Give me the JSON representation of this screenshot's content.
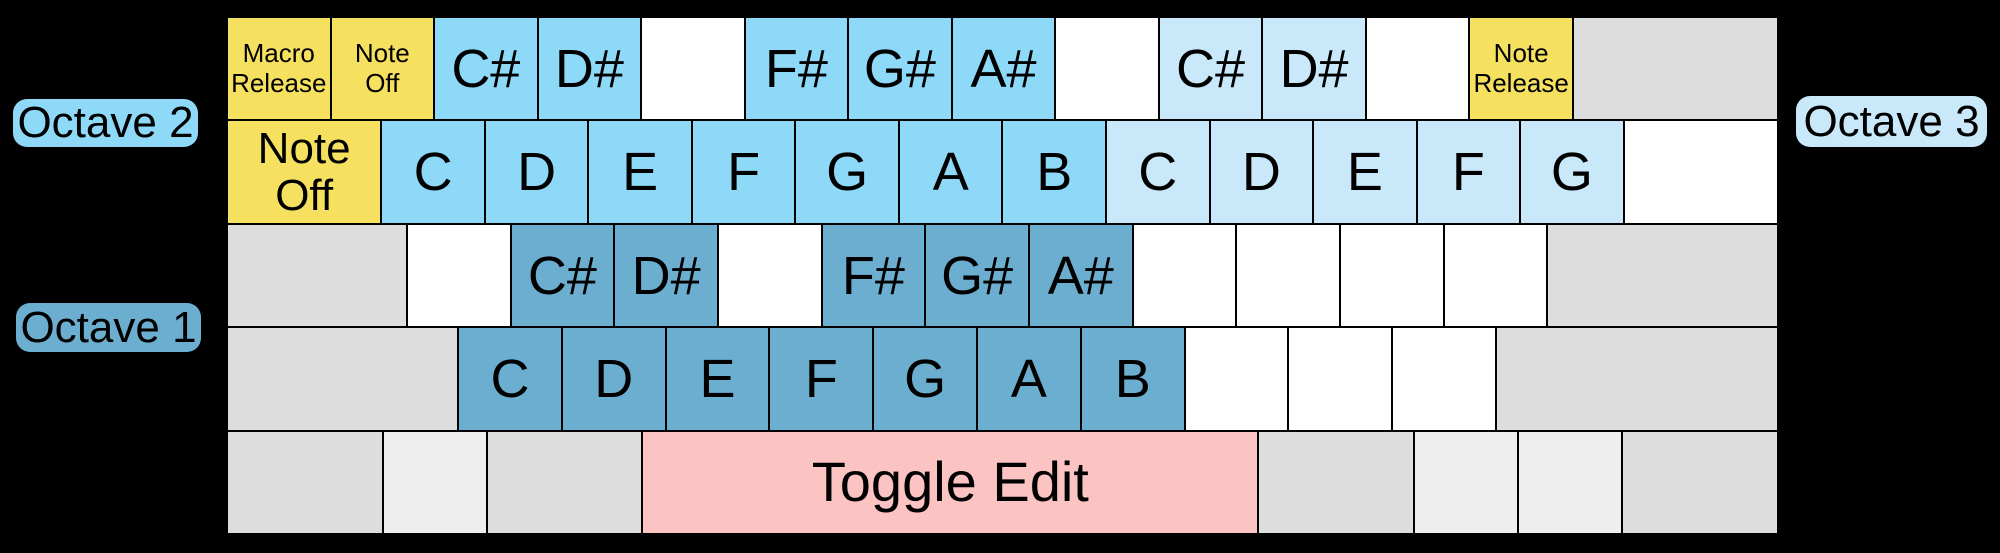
{
  "colors": {
    "background": "#000000",
    "yellow": "#F5E15F",
    "blue": "#8ED8F8",
    "lightblue": "#C9E9FB",
    "steel": "#6CAED0",
    "white": "#FFFFFF",
    "gray": "#DDDDDD",
    "lightgray": "#EEEEEE",
    "pink": "#FCC3C3",
    "key_border": "#000000",
    "text": "#000000"
  },
  "octave_labels": {
    "octave1": {
      "label": "Octave 1",
      "color": "steel"
    },
    "octave2": {
      "label": "Octave 2",
      "color": "blue"
    },
    "octave3": {
      "label": "Octave 3",
      "color": "lightblue"
    }
  },
  "keyboard": {
    "units_per_row": 15,
    "rows": [
      {
        "keys": [
          {
            "name": "macro-release-key",
            "color": "yellow",
            "lines": [
              "Macro",
              "Release"
            ],
            "size": "sm",
            "w": 1
          },
          {
            "name": "note-off-key",
            "color": "yellow",
            "lines": [
              "Note",
              "Off"
            ],
            "size": "sm",
            "w": 1
          },
          {
            "name": "note-c-sharp-oct2-key",
            "color": "blue",
            "label": "C#",
            "w": 1
          },
          {
            "name": "note-d-sharp-oct2-key",
            "color": "blue",
            "label": "D#",
            "w": 1
          },
          {
            "name": "blank-key",
            "color": "white",
            "w": 1
          },
          {
            "name": "note-f-sharp-oct2-key",
            "color": "blue",
            "label": "F#",
            "w": 1
          },
          {
            "name": "note-g-sharp-oct2-key",
            "color": "blue",
            "label": "G#",
            "w": 1
          },
          {
            "name": "note-a-sharp-oct2-key",
            "color": "blue",
            "label": "A#",
            "w": 1
          },
          {
            "name": "blank-key",
            "color": "white",
            "w": 1
          },
          {
            "name": "note-c-sharp-oct3-key",
            "color": "lightblue",
            "label": "C#",
            "w": 1
          },
          {
            "name": "note-d-sharp-oct3-key",
            "color": "lightblue",
            "label": "D#",
            "w": 1
          },
          {
            "name": "blank-key",
            "color": "white",
            "w": 1
          },
          {
            "name": "note-release-key",
            "color": "yellow",
            "lines": [
              "Note",
              "Release"
            ],
            "size": "sm",
            "w": 1
          },
          {
            "name": "blank-key",
            "color": "gray",
            "w": 2
          }
        ]
      },
      {
        "keys": [
          {
            "name": "note-off-tab-key",
            "color": "yellow",
            "lines": [
              "Note",
              "Off"
            ],
            "size": "md",
            "w": 1.5
          },
          {
            "name": "note-c-oct2-key",
            "color": "blue",
            "label": "C",
            "w": 1
          },
          {
            "name": "note-d-oct2-key",
            "color": "blue",
            "label": "D",
            "w": 1
          },
          {
            "name": "note-e-oct2-key",
            "color": "blue",
            "label": "E",
            "w": 1
          },
          {
            "name": "note-f-oct2-key",
            "color": "blue",
            "label": "F",
            "w": 1
          },
          {
            "name": "note-g-oct2-key",
            "color": "blue",
            "label": "G",
            "w": 1
          },
          {
            "name": "note-a-oct2-key",
            "color": "blue",
            "label": "A",
            "w": 1
          },
          {
            "name": "note-b-oct2-key",
            "color": "blue",
            "label": "B",
            "w": 1
          },
          {
            "name": "note-c-oct3-key",
            "color": "lightblue",
            "label": "C",
            "w": 1
          },
          {
            "name": "note-d-oct3-key",
            "color": "lightblue",
            "label": "D",
            "w": 1
          },
          {
            "name": "note-e-oct3-key",
            "color": "lightblue",
            "label": "E",
            "w": 1
          },
          {
            "name": "note-f-oct3-key",
            "color": "lightblue",
            "label": "F",
            "w": 1
          },
          {
            "name": "note-g-oct3-key",
            "color": "lightblue",
            "label": "G",
            "w": 1
          },
          {
            "name": "blank-key",
            "color": "white",
            "w": 1.5
          }
        ]
      },
      {
        "keys": [
          {
            "name": "blank-key",
            "color": "gray",
            "w": 1.75
          },
          {
            "name": "blank-key",
            "color": "white",
            "w": 1
          },
          {
            "name": "note-c-sharp-oct1-key",
            "color": "steel",
            "label": "C#",
            "w": 1
          },
          {
            "name": "note-d-sharp-oct1-key",
            "color": "steel",
            "label": "D#",
            "w": 1
          },
          {
            "name": "blank-key",
            "color": "white",
            "w": 1
          },
          {
            "name": "note-f-sharp-oct1-key",
            "color": "steel",
            "label": "F#",
            "w": 1
          },
          {
            "name": "note-g-sharp-oct1-key",
            "color": "steel",
            "label": "G#",
            "w": 1
          },
          {
            "name": "note-a-sharp-oct1-key",
            "color": "steel",
            "label": "A#",
            "w": 1
          },
          {
            "name": "blank-key",
            "color": "white",
            "w": 1
          },
          {
            "name": "blank-key",
            "color": "white",
            "w": 1
          },
          {
            "name": "blank-key",
            "color": "white",
            "w": 1
          },
          {
            "name": "blank-key",
            "color": "white",
            "w": 1
          },
          {
            "name": "blank-key",
            "color": "gray",
            "w": 2.25
          }
        ]
      },
      {
        "keys": [
          {
            "name": "blank-key",
            "color": "gray",
            "w": 2.25
          },
          {
            "name": "note-c-oct1-key",
            "color": "steel",
            "label": "C",
            "w": 1
          },
          {
            "name": "note-d-oct1-key",
            "color": "steel",
            "label": "D",
            "w": 1
          },
          {
            "name": "note-e-oct1-key",
            "color": "steel",
            "label": "E",
            "w": 1
          },
          {
            "name": "note-f-oct1-key",
            "color": "steel",
            "label": "F",
            "w": 1
          },
          {
            "name": "note-g-oct1-key",
            "color": "steel",
            "label": "G",
            "w": 1
          },
          {
            "name": "note-a-oct1-key",
            "color": "steel",
            "label": "A",
            "w": 1
          },
          {
            "name": "note-b-oct1-key",
            "color": "steel",
            "label": "B",
            "w": 1
          },
          {
            "name": "blank-key",
            "color": "white",
            "w": 1
          },
          {
            "name": "blank-key",
            "color": "white",
            "w": 1
          },
          {
            "name": "blank-key",
            "color": "white",
            "w": 1
          },
          {
            "name": "blank-key",
            "color": "gray",
            "w": 2.75
          }
        ]
      },
      {
        "keys": [
          {
            "name": "blank-key",
            "color": "gray",
            "w": 1.5
          },
          {
            "name": "blank-key",
            "color": "lightgray",
            "w": 1
          },
          {
            "name": "blank-key",
            "color": "gray",
            "w": 1.5
          },
          {
            "name": "toggle-edit-key",
            "color": "pink",
            "label": "Toggle Edit",
            "size": "xl",
            "w": 6
          },
          {
            "name": "blank-key",
            "color": "gray",
            "w": 1.5
          },
          {
            "name": "blank-key",
            "color": "lightgray",
            "w": 1
          },
          {
            "name": "blank-key",
            "color": "lightgray",
            "w": 1
          },
          {
            "name": "blank-key",
            "color": "gray",
            "w": 1.5
          }
        ]
      }
    ]
  }
}
